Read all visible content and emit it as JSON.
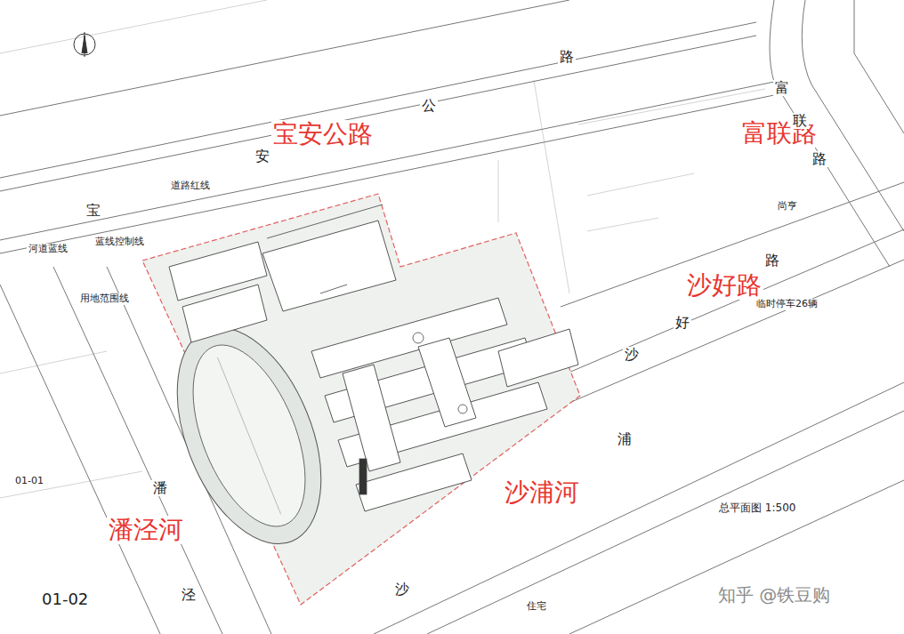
{
  "diagram": {
    "caption": "总平面图 1:500",
    "labels": [
      "宝安公路",
      "富联路",
      "沙好路",
      "沙浦河",
      "潘泾河",
      "路",
      "公",
      "安",
      "宝",
      "富",
      "联",
      "路",
      "尚亨",
      "路",
      "好",
      "沙",
      "临时停车26辆",
      "浦",
      "沙",
      "潘",
      "泾",
      "住宅",
      "01-01",
      "01-02",
      "道路红线",
      "河道蓝线",
      "蓝线控制线",
      "用地范围线",
      "知乎 @铁豆购"
    ]
  }
}
